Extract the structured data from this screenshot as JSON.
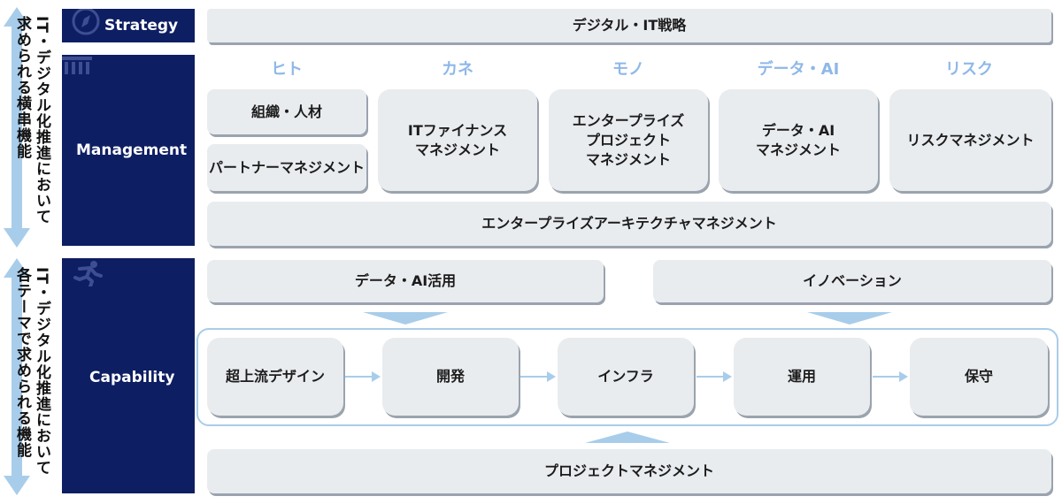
{
  "left_labels": {
    "top": "IT・デジタル化推進において\n求められる横串機能",
    "bottom": "IT・デジタル化推進において\n各テーマで求められる機能"
  },
  "sections": {
    "strategy": "Strategy",
    "management": "Management",
    "capability": "Capability"
  },
  "strategy_box": "デジタル・IT戦略",
  "pillars": [
    "ヒト",
    "カネ",
    "モノ",
    "データ・AI",
    "リスク"
  ],
  "management": {
    "hito_boxes": [
      "組織・人材",
      "パートナーマネジメント"
    ],
    "kane": "ITファイナンス\nマネジメント",
    "mono": "エンタープライズ\nプロジェクト\nマネジメント",
    "data_ai": "データ・AI\nマネジメント",
    "risk": "リスクマネジメント",
    "enterprise_arch": "エンタープライズアーキテクチャマネジメント"
  },
  "capability": {
    "data_ai_use": "データ・AI活用",
    "innovation": "イノベーション",
    "flow": [
      "超上流デザイン",
      "開発",
      "インフラ",
      "運用",
      "保守"
    ],
    "project_mgmt": "プロジェクトマネジメント"
  },
  "icons": [
    "compass-icon",
    "pillar-building-icon",
    "runner-icon",
    "double-arrow-icon"
  ],
  "colors": {
    "navy": "#0e1e63",
    "box": "#e9ecef",
    "accent": "#8fb8e8",
    "arrow": "#a8cdea"
  }
}
